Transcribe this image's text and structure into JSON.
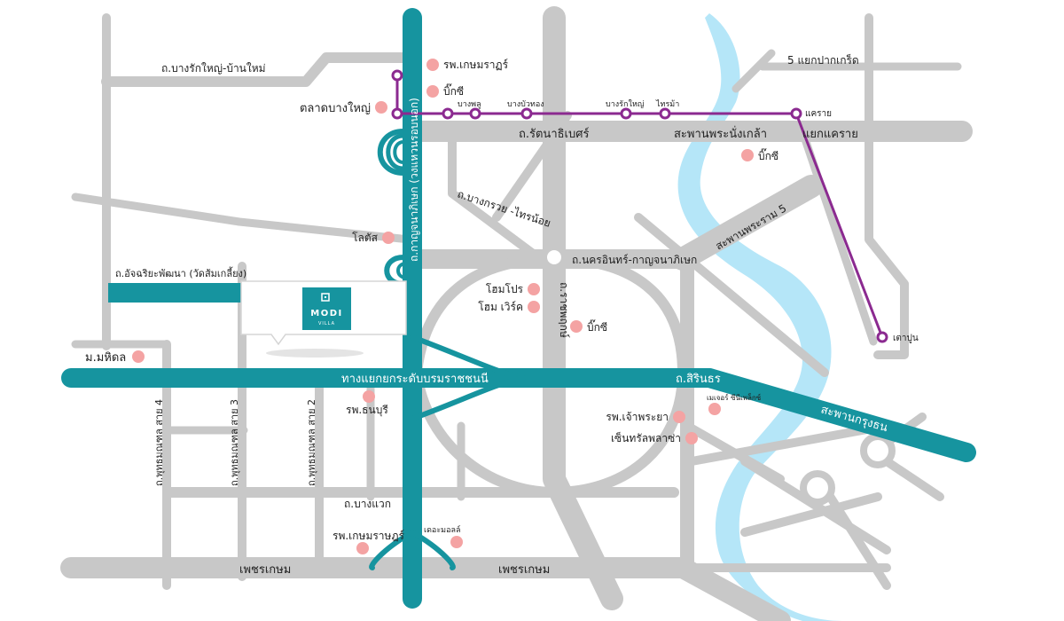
{
  "colors": {
    "road": "#c8c8c8",
    "main_road": "#16949f",
    "river": "#b5e6f8",
    "rail": "#8b2a90",
    "poi": "#f4a3a3",
    "text": "#222222",
    "white_text": "#ffffff"
  },
  "brand": {
    "name": "MODI",
    "sub": "VILLA",
    "color": "#16949f"
  },
  "roads": {
    "bangruk": "ถ.บางรักใหญ่-บ้านใหม่",
    "kanchana": "ถ.กาญจนาภิเษก (วงแหวนรอบนอก)",
    "rattana": "ถ.รัตนาธิเบศร์",
    "phranang": "สะพานพระนั่งเกล้า",
    "bangkruay": "ถ.บางกรวย -ไทรน้อย",
    "nakhonin": "ถ.นครอินทร์-กาญจนาภิเษก",
    "rama5": "สะพานพระราม 5",
    "atchariya": "ถ.อัจฉริยะพัฒนา (วัดส้มเกลี้ยง)",
    "interchange": "ทางแยกยกระดับบรมราชชนนี",
    "ratchaphruek": "ถ.ราชพฤกษ์",
    "sirindhorn": "ถ.สิรินธร",
    "krungthon": "สะพานกรุงธน",
    "phuttha4": "ถ.พุทธมณฑล สาย 4",
    "phuttha3": "ถ.พุทธมณฑล สาย 3",
    "phuttha2": "ถ.พุทธมณฑล สาย 2",
    "bangkhae": "ถ.บางแวก",
    "petkasem_left": "เพชรเกษม",
    "petkasem_right": "เพชรเกษม",
    "paknkret": "5 แยกปากเกร็ด",
    "khaerai": "แยกแคราย"
  },
  "stations": {
    "bangphlu": "บางพลู",
    "bangbuathong": "บางบัวทอง",
    "bangrakyai": "บางรักใหญ่",
    "sainma": "ไทรม้า",
    "khaerai": "แคราย",
    "taopoon": "เตาปูน"
  },
  "pois": {
    "kasemrad1": "รพ.เกษมราฏร์",
    "bigc1": "บิ๊กซี",
    "talad": "ตลาดบางใหญ่",
    "bigc2": "บิ๊กซี",
    "lotus": "โลตัส",
    "homepro": "โฮมโปร",
    "homework": "โฮม เวิร์ค",
    "bigc3": "บิ๊กซี",
    "mahidol": "ม.มหิดล",
    "thonburi": "รพ.ธนบุรี",
    "chaophraya": "รพ.เจ้าพระยา",
    "major": "เมเจอร์ ซีนีเพล็กซ์",
    "central": "เซ็นทรัลพลาซ่า",
    "kasemrad2": "รพ.เกษมราษฎร์",
    "themall": "เดอะมอลล์"
  }
}
